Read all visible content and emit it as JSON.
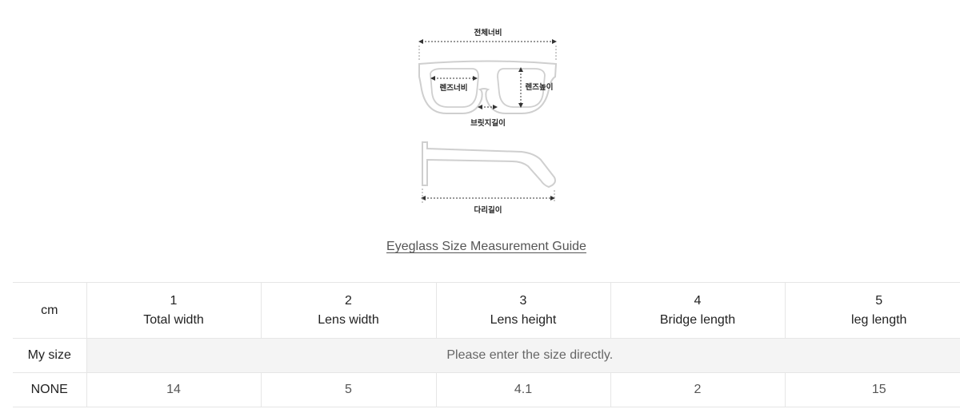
{
  "diagram": {
    "labels": {
      "total_width": "전체너비",
      "lens_width": "렌즈너비",
      "lens_height": "렌즈높이",
      "bridge_length": "브릿지길이",
      "leg_length": "다리길이"
    }
  },
  "guide": {
    "link_text": "Eyeglass Size Measurement Guide"
  },
  "table": {
    "unit": "cm",
    "columns": [
      {
        "number": "1",
        "label": "Total width"
      },
      {
        "number": "2",
        "label": "Lens width"
      },
      {
        "number": "3",
        "label": "Lens height"
      },
      {
        "number": "4",
        "label": "Bridge length"
      },
      {
        "number": "5",
        "label": "leg length"
      }
    ],
    "my_size": {
      "label": "My size",
      "prompt": "Please enter the size directly."
    },
    "rows": [
      {
        "label": "NONE",
        "values": [
          "14",
          "5",
          "4.1",
          "2",
          "15"
        ]
      }
    ]
  }
}
